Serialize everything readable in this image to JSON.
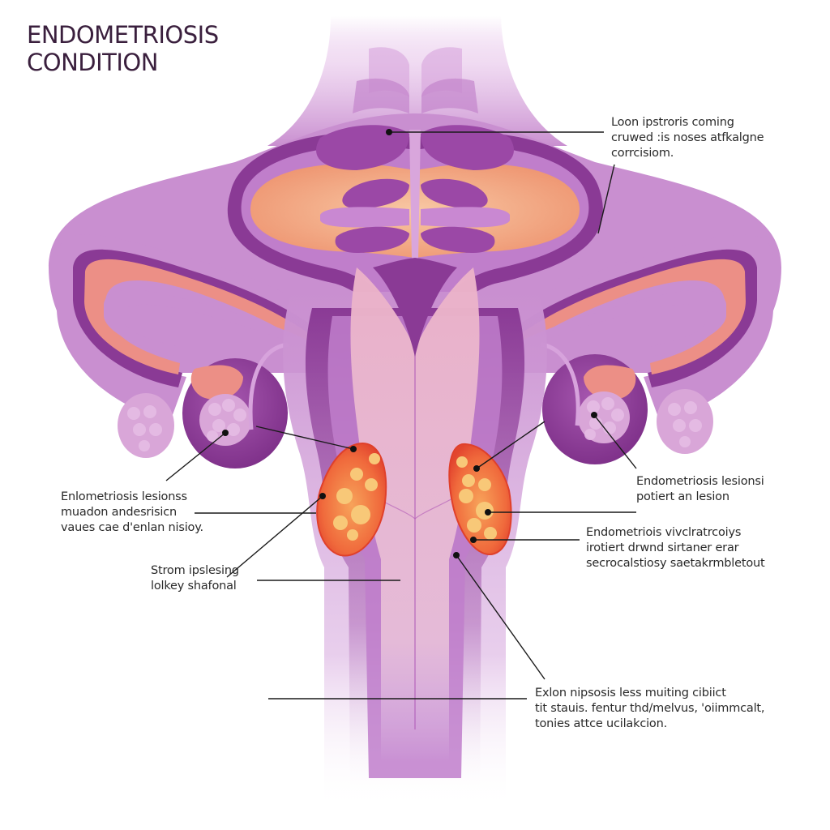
{
  "title": {
    "line1": "ENDOMETRIOSIS",
    "line2": "CONDITION"
  },
  "labels": [
    {
      "id": "top-right",
      "lines": [
        "Loon ipstroris coming",
        "cruwed :is noses atfkalgne",
        "corrcisiom."
      ]
    },
    {
      "id": "left-ovary-lesion",
      "lines": [
        "Enlometriosis lesionss",
        "muadon andesrisicn",
        "vaues cae d'enlan nisioy."
      ]
    },
    {
      "id": "right-ovary-lesion",
      "lines": [
        "Endometriosis lesionsi",
        "potiert an lesion"
      ]
    },
    {
      "id": "right-uterine-lesion",
      "lines": [
        "Endometriois vivclratrcoiys",
        "irotiert drwnd sirtaner erar",
        "secrocalstiosy saetakrmbletout"
      ]
    },
    {
      "id": "left-stroma",
      "lines": [
        "Strom ipslesing",
        "lolkey shafonal"
      ]
    },
    {
      "id": "bottom-right",
      "lines": [
        "Exlon nipsosis less muiting cibiict",
        "tit stauis. fentur thd/melvus, 'oiimmcalt,",
        "tonies attce ucilakcion."
      ]
    }
  ],
  "colors": {
    "title_text": "#3a1f3d",
    "label_text": "#2a2a2a",
    "leader_line": "#1a1a1a",
    "outer_tissue": "#c98fd0",
    "dark_purple": "#8a3a95",
    "deep_purple": "#7a2c86",
    "pink_lining": "#e8a9c8",
    "salmon_tube": "#ec8f86",
    "endometrium_orange": "#f4b08a",
    "lesion_red": "#ee5a3a",
    "lesion_nodule": "#f8c878",
    "ovary_follicle": "#d9a6d8"
  }
}
